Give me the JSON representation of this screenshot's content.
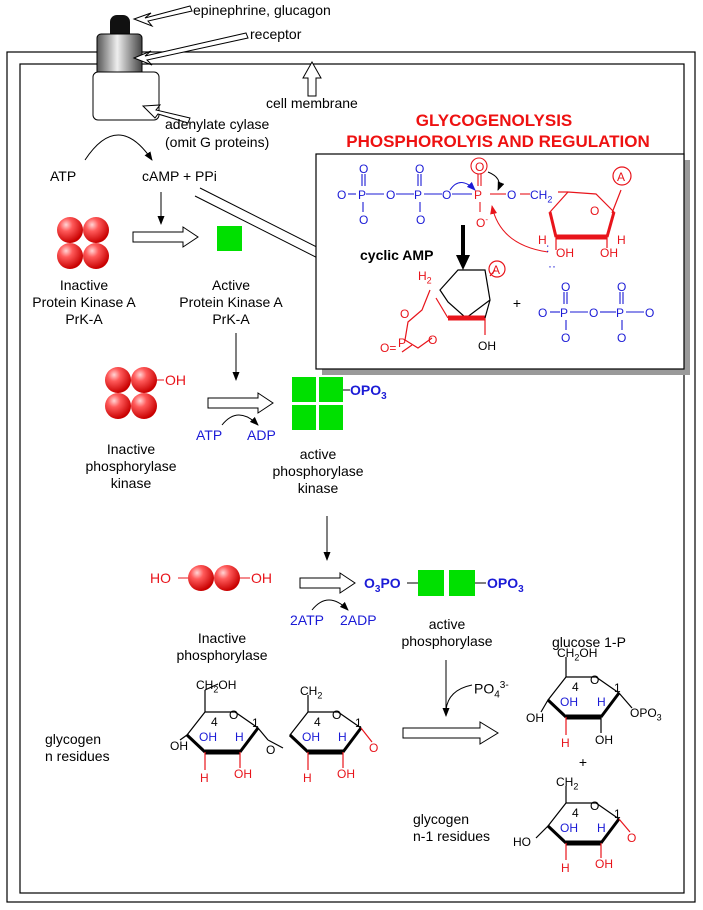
{
  "labels": {
    "hormones": "epinephrine, glucagon",
    "receptor": "receptor",
    "cell_membrane": "cell membrane",
    "adenylate_cyclase_1": "adenylate cylase",
    "adenylate_cyclase_2": "(omit G proteins)",
    "atp": "ATP",
    "camp_ppi": "cAMP +  PPi",
    "title_1": "GLYCOGENOLYSIS",
    "title_2": "PHOSPHOROLYIS AND REGULATION",
    "cyclic_amp": "cyclic AMP",
    "inactive_pka_1": "Inactive",
    "inactive_pka_2": "Protein Kinase A",
    "inactive_pka_3": "PrK-A",
    "active_pka_1": "Active",
    "active_pka_2": "Protein Kinase A",
    "active_pka_3": "PrK-A",
    "inactive_phk_1": "Inactive",
    "inactive_phk_2": "phosphorylase",
    "inactive_phk_3": "kinase",
    "active_phk_1": "active",
    "active_phk_2": "phosphorylase",
    "active_phk_3": "kinase",
    "atp2": "ATP",
    "adp": "ADP",
    "two_atp": "2ATP",
    "two_adp": "2ADP",
    "inactive_ph_1": "Inactive",
    "inactive_ph_2": "phosphorylase",
    "active_ph_1": "active",
    "active_ph_2": "phosphorylase",
    "glucose1p": "glucose 1-P",
    "glycogen_n_1": "glycogen",
    "glycogen_n_2": "n residues",
    "glycogen_n1_1": "glycogen",
    "glycogen_n1_2": "n-1 residues",
    "plus": "+"
  },
  "colors": {
    "red": "#e8141b",
    "blue": "#1b1bd6",
    "green": "#00e000",
    "black": "#000000"
  }
}
